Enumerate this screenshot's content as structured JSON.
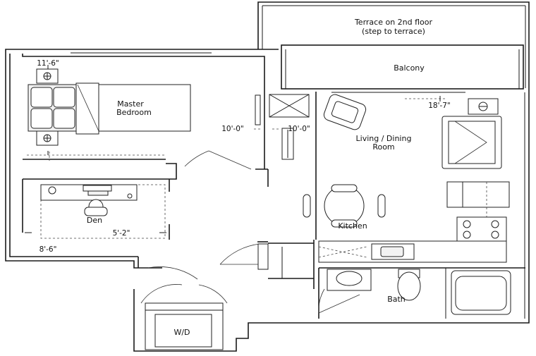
{
  "rooms": {
    "terrace": {
      "line1": "Terrace on 2nd floor",
      "line2": "(step to terrace)"
    },
    "balcony": "Balcony",
    "master_bedroom": {
      "line1": "Master",
      "line2": "Bedroom"
    },
    "living_dining": {
      "line1": "Living / Dining",
      "line2": "Room"
    },
    "den": "Den",
    "kitchen": "Kitchen",
    "bath": "Bath",
    "wd": "W/D"
  },
  "dimensions": {
    "master_width": "11'-6\"",
    "master_depth": "10'-0\"",
    "living_depth": "10'-0\"",
    "living_width": "18'-7\"",
    "den_inner": "5'-2\"",
    "den_width": "8'-6\""
  }
}
